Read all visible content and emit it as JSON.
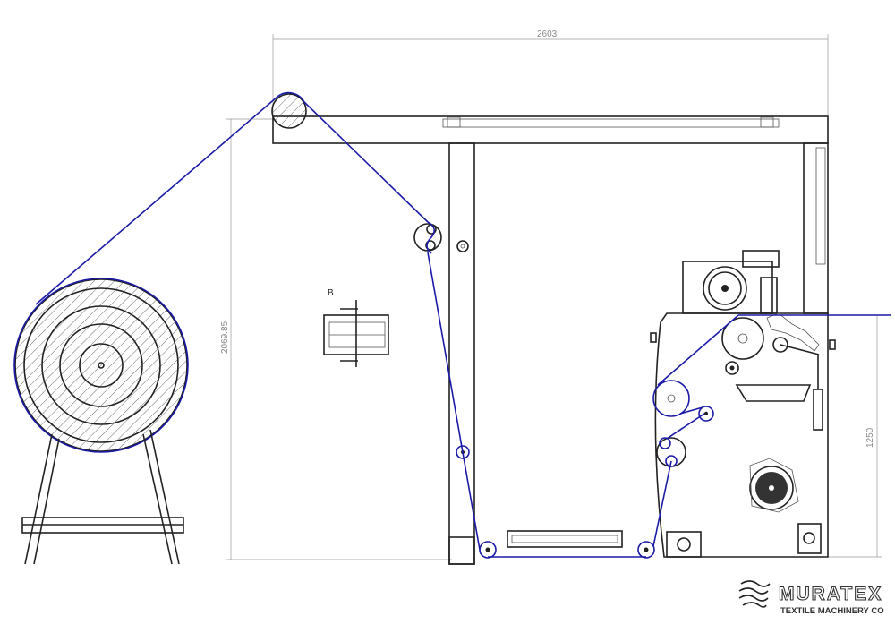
{
  "drawing": {
    "dimensions": {
      "overall_width": "2603",
      "overall_height": "2069.85",
      "working_height": "1250"
    },
    "section_label": "B",
    "logo": {
      "name": "MURATEX",
      "subtitle": "TEXTILE MACHINERY CO"
    },
    "colors": {
      "fabric_path": "#1a1aa8",
      "line": "#222222",
      "dimension": "#999999"
    }
  }
}
